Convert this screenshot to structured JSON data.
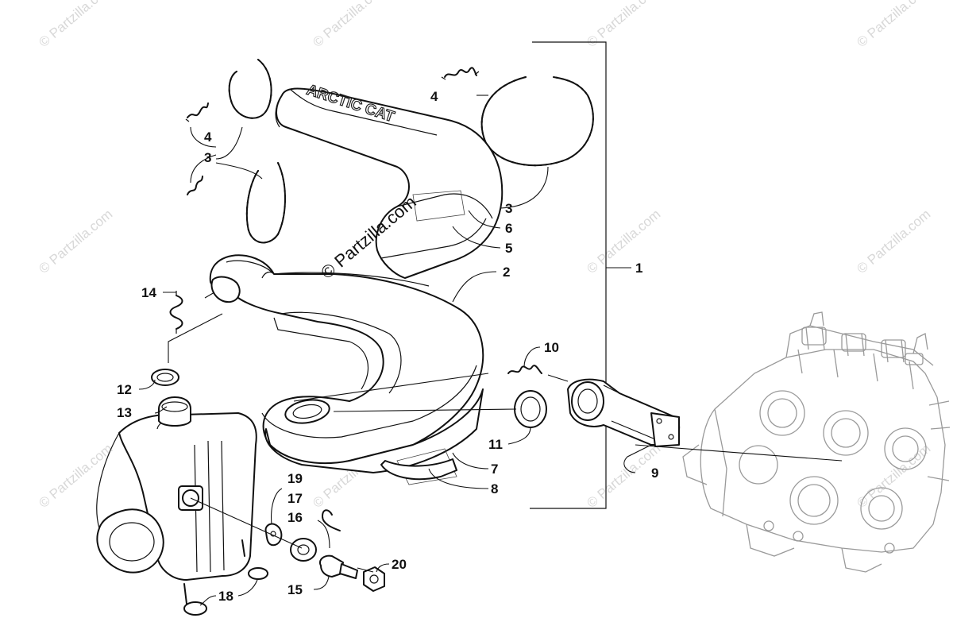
{
  "watermarks": {
    "main": "© Partzilla.com",
    "tile": "© Partzilla.com"
  },
  "brand_text": "ARCTIC CAT",
  "callouts": [
    {
      "id": "c1",
      "label": "1"
    },
    {
      "id": "c2",
      "label": "2"
    },
    {
      "id": "c3a",
      "label": "3"
    },
    {
      "id": "c3b",
      "label": "3"
    },
    {
      "id": "c4a",
      "label": "4"
    },
    {
      "id": "c4b",
      "label": "4"
    },
    {
      "id": "c5",
      "label": "5"
    },
    {
      "id": "c6",
      "label": "6"
    },
    {
      "id": "c7",
      "label": "7"
    },
    {
      "id": "c8",
      "label": "8"
    },
    {
      "id": "c9",
      "label": "9"
    },
    {
      "id": "c10",
      "label": "10"
    },
    {
      "id": "c11",
      "label": "11"
    },
    {
      "id": "c12",
      "label": "12"
    },
    {
      "id": "c13",
      "label": "13"
    },
    {
      "id": "c14",
      "label": "14"
    },
    {
      "id": "c15",
      "label": "15"
    },
    {
      "id": "c16",
      "label": "16"
    },
    {
      "id": "c17",
      "label": "17"
    },
    {
      "id": "c18",
      "label": "18"
    },
    {
      "id": "c19",
      "label": "19"
    },
    {
      "id": "c20",
      "label": "20"
    }
  ]
}
